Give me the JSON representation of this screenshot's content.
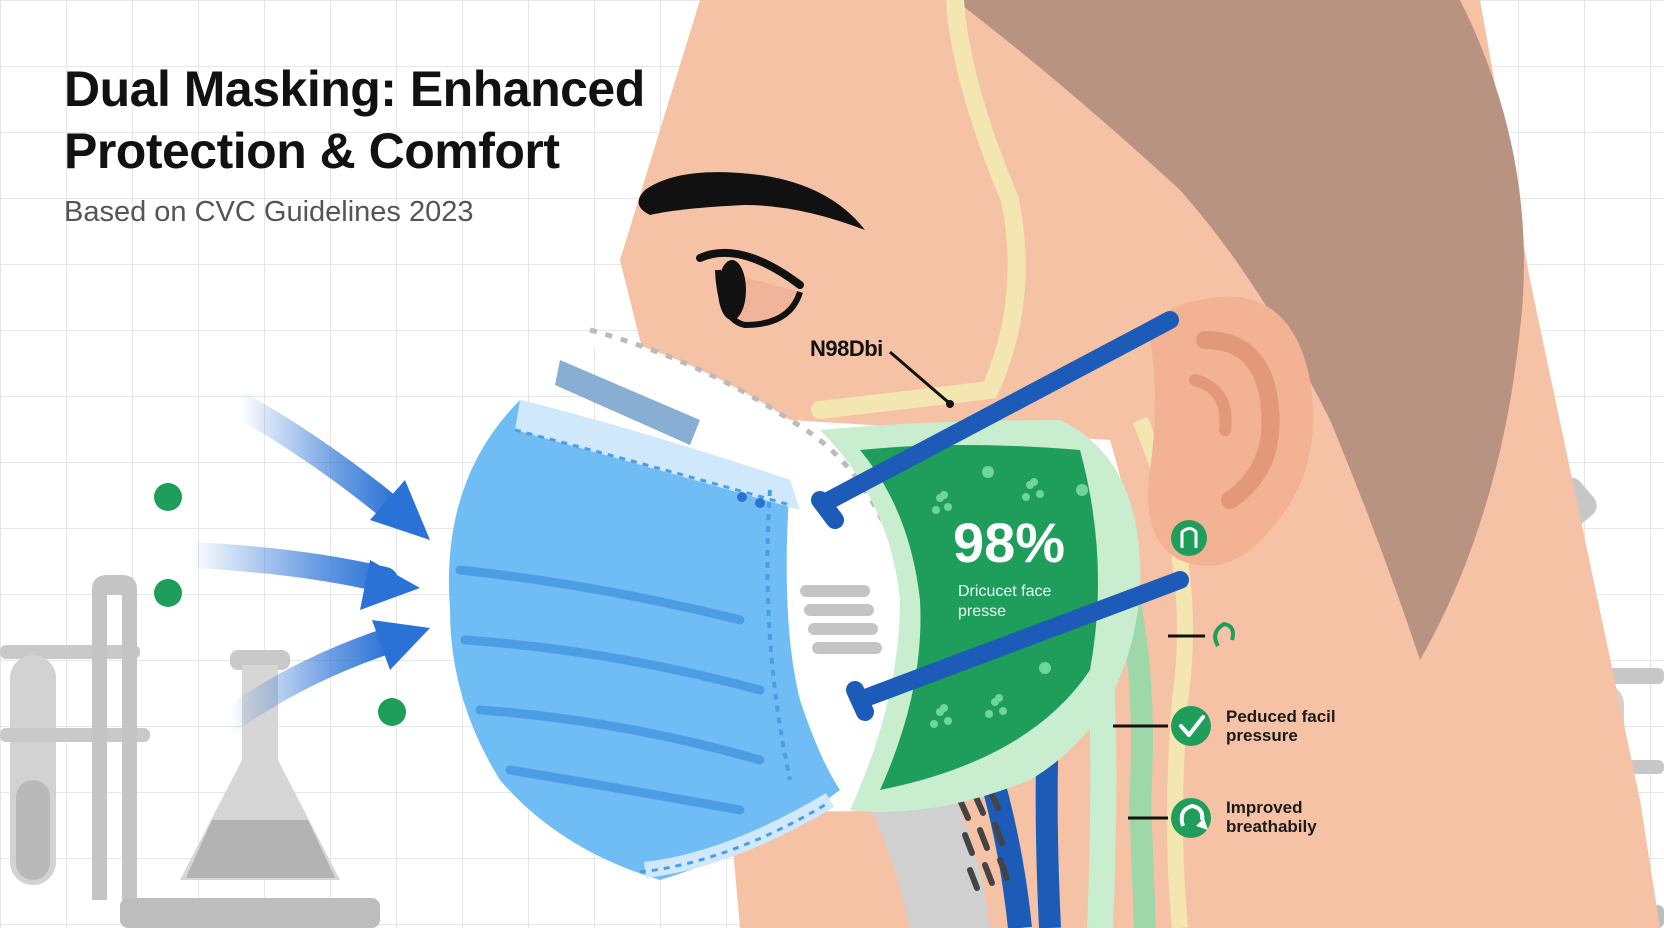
{
  "header": {
    "title_line1": "Dual Masking: Enhanced",
    "title_line2": "Protection & Comfort",
    "subtitle": "Based on CVC Guidelines 2023"
  },
  "mask": {
    "inner_label": "N98Dbi",
    "stat_value": "98%",
    "stat_label_line1": "Dricucet face",
    "stat_label_line2": "presse"
  },
  "benefits": [
    {
      "line1": "Peduced facil",
      "line2": "pressure",
      "icon": "check-icon"
    },
    {
      "line1": "Improved",
      "line2": "breathabily",
      "icon": "arrow-loop-icon"
    }
  ],
  "colors": {
    "surgical_mask": "#6fbdf4",
    "n95_filter": "#1f9e5b",
    "straps": "#1d5bb8",
    "skin": "#f6c2a6",
    "hair": "#b99382",
    "airflow": "#2a72d6",
    "lab_gray": "#c6c6c6"
  }
}
